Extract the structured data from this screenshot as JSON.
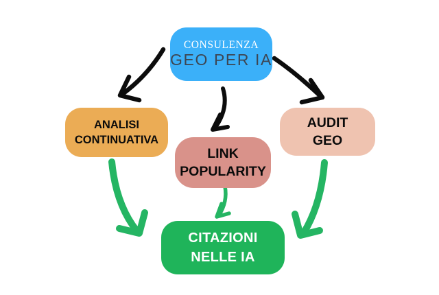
{
  "title": "Consulenza GEO per IA - diagramma di flusso",
  "colors": {
    "background": "#ffffff",
    "node_consulenza_bg": "#3BB0F9",
    "node_analisi_bg": "#EBAC55",
    "node_link_bg": "#D9928A",
    "node_audit_bg": "#EFC3B0",
    "node_citazioni_bg": "#1FB45A",
    "consulenza_line1_color": "#ffffff",
    "consulenza_line2_color": "#3d4653",
    "label_dark": "#0b0b0b",
    "label_light": "#ffffff",
    "arrow_black": "#0c0c0c",
    "arrow_green": "#25B563"
  },
  "nodes": {
    "consulenza": {
      "line1": "CONSULENZA",
      "line2": "GEO PER IA"
    },
    "analisi": {
      "line1": "ANALISI",
      "line2": "CONTINUATIVA"
    },
    "link_popularity": {
      "line1": "LINK",
      "line2": "POPULARITY"
    },
    "audit": {
      "line1": "AUDIT",
      "line2": "GEO"
    },
    "citazioni": {
      "line1": "CITAZIONI",
      "line2": "NELLE IA"
    }
  },
  "edges": [
    {
      "from": "consulenza",
      "to": "analisi",
      "color_role": "black"
    },
    {
      "from": "consulenza",
      "to": "link_popularity",
      "color_role": "black"
    },
    {
      "from": "consulenza",
      "to": "audit",
      "color_role": "black"
    },
    {
      "from": "analisi",
      "to": "citazioni",
      "color_role": "green"
    },
    {
      "from": "link_popularity",
      "to": "citazioni",
      "color_role": "green"
    },
    {
      "from": "audit",
      "to": "citazioni",
      "color_role": "green"
    }
  ]
}
